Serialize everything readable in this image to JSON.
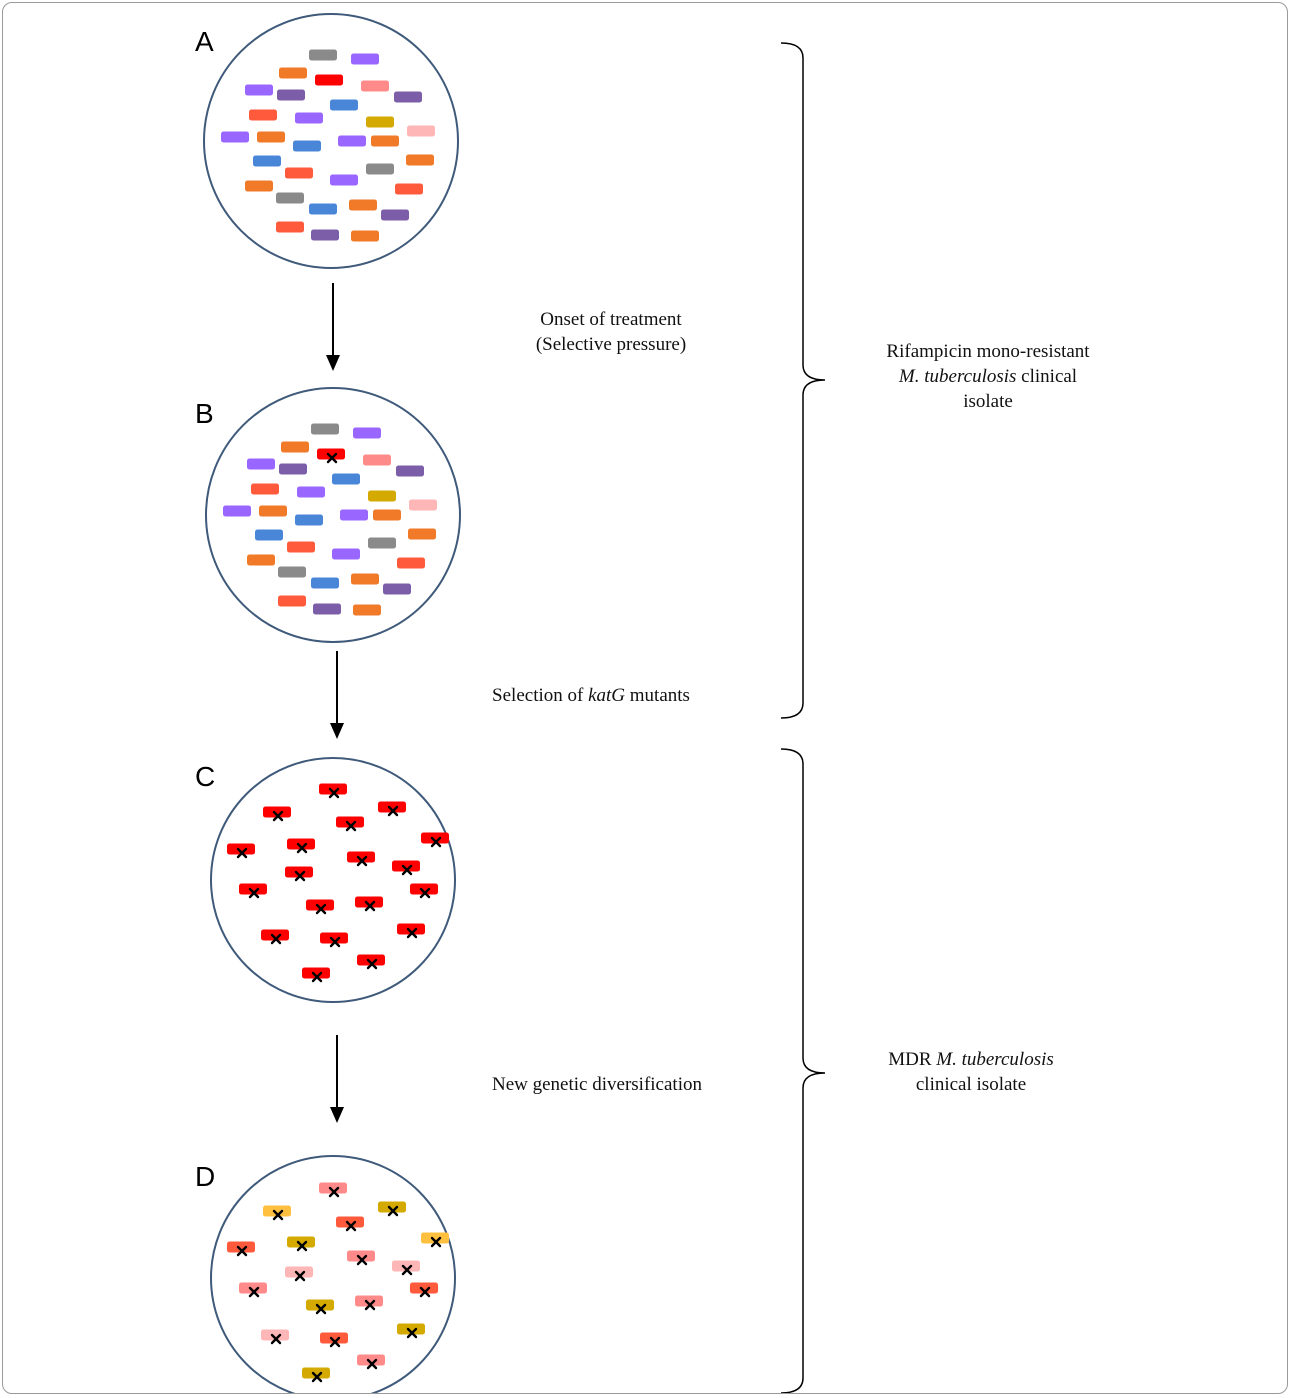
{
  "panels": [
    {
      "letter": "A",
      "kind": "diverse"
    },
    {
      "letter": "B",
      "kind": "diverse",
      "marked": 1
    },
    {
      "letter": "C",
      "kind": "selected"
    },
    {
      "letter": "D",
      "kind": "rediversified"
    }
  ],
  "steps": {
    "ab": {
      "line1": "Onset of treatment",
      "line2": "(Selective pressure)"
    },
    "bc": {
      "before": "Selection of ",
      "italic": "katG",
      "after": " mutants"
    },
    "cd": {
      "line1": "New genetic diversification"
    }
  },
  "brackets": {
    "top": {
      "line1": "Rifampicin mono-resistant",
      "line2_italic": "M. tuberculosis",
      "line2_after": " clinical",
      "line3": "isolate"
    },
    "bottom": {
      "line1_before": "MDR ",
      "line1_italic": "M. tuberculosis",
      "line2": "clinical isolate"
    }
  },
  "colors": {
    "circle_stroke": "#3f5a7a",
    "red": "#ff0000",
    "orange": "#f07a28",
    "coral": "#ff5a3c",
    "purple": "#9966ff",
    "dark_purple": "#7b5ea7",
    "blue": "#4a86d8",
    "gray": "#8a8a8a",
    "salmon": "#ff8a8a",
    "gold": "#d4a900",
    "light_pink": "#ffb6b6",
    "yellow_orange": "#ffc040"
  }
}
